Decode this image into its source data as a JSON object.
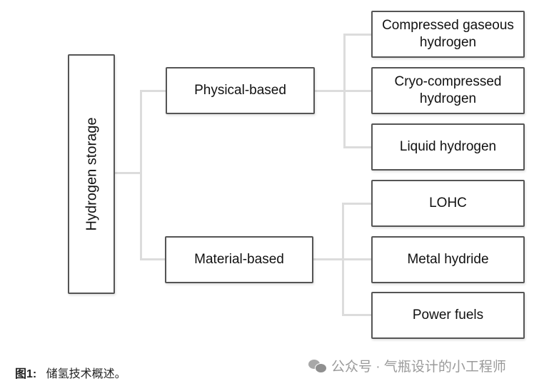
{
  "diagram": {
    "root": {
      "label": "Hydrogen storage"
    },
    "branches": [
      {
        "label": "Physical-based",
        "children": [
          {
            "label": "Compressed gaseous hydrogen"
          },
          {
            "label": "Cryo-compressed hydrogen"
          },
          {
            "label": "Liquid hydrogen"
          }
        ]
      },
      {
        "label": "Material-based",
        "children": [
          {
            "label": "LOHC"
          },
          {
            "label": "Metal hydride"
          },
          {
            "label": "Power fuels"
          }
        ]
      }
    ]
  },
  "caption": {
    "prefix": "图1:",
    "text": "储氢技术概述。"
  },
  "watermark": {
    "icon": "wechat-icon",
    "text": "公众号 · 气瓶设计的小工程师"
  },
  "colors": {
    "box_border": "#555555",
    "connector": "#dcdcdc",
    "watermark": "#9a9a9a"
  }
}
